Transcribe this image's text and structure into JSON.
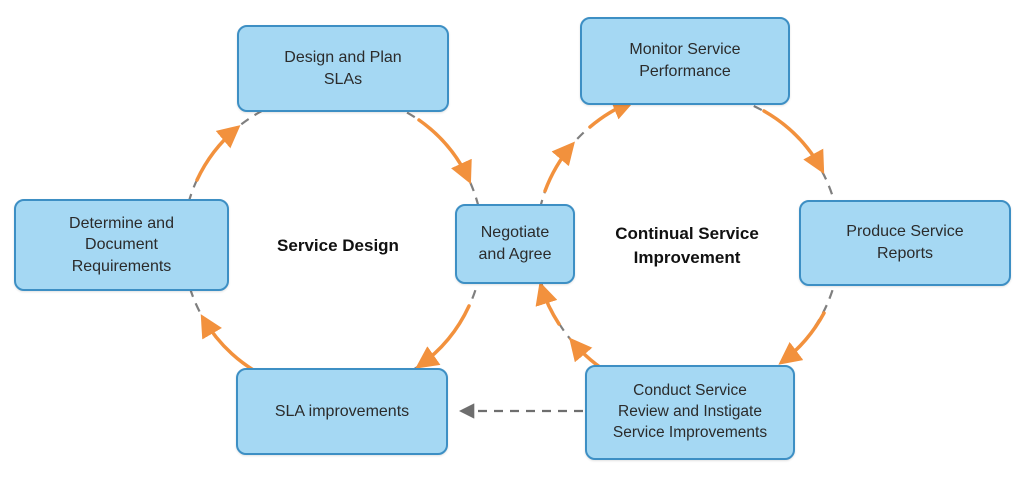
{
  "diagram": {
    "left_cycle": {
      "title": "Service Design",
      "nodes": {
        "top": "Design and Plan SLAs",
        "left": "Determine and Document Requirements",
        "bottom": "SLA improvements"
      }
    },
    "right_cycle": {
      "title": "Continual Service Improvement",
      "nodes": {
        "top": "Monitor Service Performance",
        "right": "Produce Service Reports",
        "bottom": "Conduct Service Review and Instigate Service Improvements"
      }
    },
    "shared_node": "Negotiate and Agree",
    "colors": {
      "node_fill": "#A5D8F3",
      "node_border": "#3D8FC4",
      "arrow": "#F2913D",
      "circle": "#7F7F7F"
    }
  }
}
